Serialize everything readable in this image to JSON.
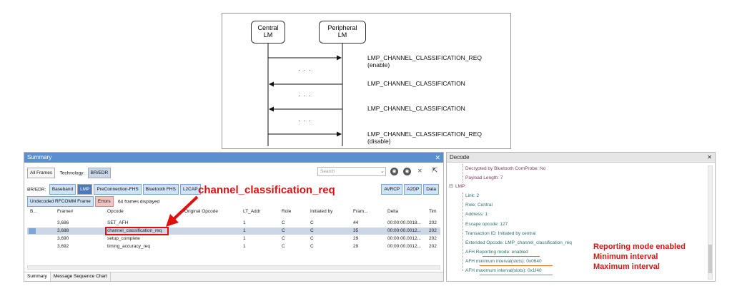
{
  "diagram": {
    "central": "Central\nLM",
    "central_l1": "Central",
    "central_l2": "LM",
    "peripheral_l1": "Peripheral",
    "peripheral_l2": "LM",
    "msg1": "LMP_CHANNEL_CLASSIFICATION_REQ",
    "msg1_sub": "(enable)",
    "msg2": "LMP_CHANNEL_CLASSIFICATION",
    "msg3": "LMP_CHANNEL_CLASSIFICATION",
    "msg4": "LMP_CHANNEL_CLASSIFICATION_REQ",
    "msg4_sub": "(disable)",
    "dots": "· · ·"
  },
  "summary": {
    "title": "Summary",
    "all_frames": "All Frames",
    "technology_label": "Technology:",
    "technology_value": "BR/EDR",
    "search_placeholder": "Search",
    "br_edr_label": "BR/EDR:",
    "tabs": [
      "Baseband",
      "LMP",
      "PreConnection-FHS",
      "Bluetooth FHS",
      "L2CAP"
    ],
    "right_tabs": [
      "AVRCP",
      "A2DP",
      "Data"
    ],
    "undecoded": "Undecoded RFCOMM Frame",
    "errors": "Errors",
    "frames_displayed": "64 frames displayed",
    "columns": [
      "B...",
      "Frame#",
      "Opcode",
      "Original Opcode",
      "LT_Addr",
      "Role",
      "Initiated by",
      "Fram...",
      "Delta",
      "Tim"
    ],
    "rows": [
      [
        "3,686",
        "SET_AFH",
        "1",
        "C",
        "C",
        "44",
        "00:00:00.0018...",
        "202"
      ],
      [
        "3,688",
        "channel_classification_req",
        "1",
        "C",
        "C",
        "35",
        "00:00:00.0012...",
        "202"
      ],
      [
        "3,690",
        "setup_complete",
        "1",
        "C",
        "C",
        "29",
        "00:00:00.0012...",
        "202"
      ],
      [
        "3,692",
        "timing_accuracy_req",
        "1",
        "C",
        "C",
        "29",
        "00:00:00.0012...",
        "202"
      ]
    ],
    "status_tabs": [
      "Summary",
      "Message Sequence Chart"
    ]
  },
  "decode": {
    "title": "Decode",
    "lines": [
      "Decrypted by Bluetooth ComProbe: No",
      "Payload Length: 7",
      "LMP:",
      "Link: 2",
      "Role: Central",
      "Address: 1",
      "Escape opcode: 127",
      "Transaction ID: Initiated by central",
      "Extended Opcode: LMP_channel_classification_req",
      "AFH Reporting mode: enabled",
      "AFH minimum interval(slots): 0x0640",
      "AFH maximum interval(slots): 0x1f40"
    ]
  },
  "annotations": {
    "callout": "channel_classification_req",
    "reporting": "Reporting mode enabled",
    "minimum": "Minimum interval",
    "maximum": "Maximum interval"
  },
  "colors": {
    "accent_red": "#e01010",
    "title_blue": "#5b8fd0",
    "selected_row": "#cbd6e6"
  }
}
